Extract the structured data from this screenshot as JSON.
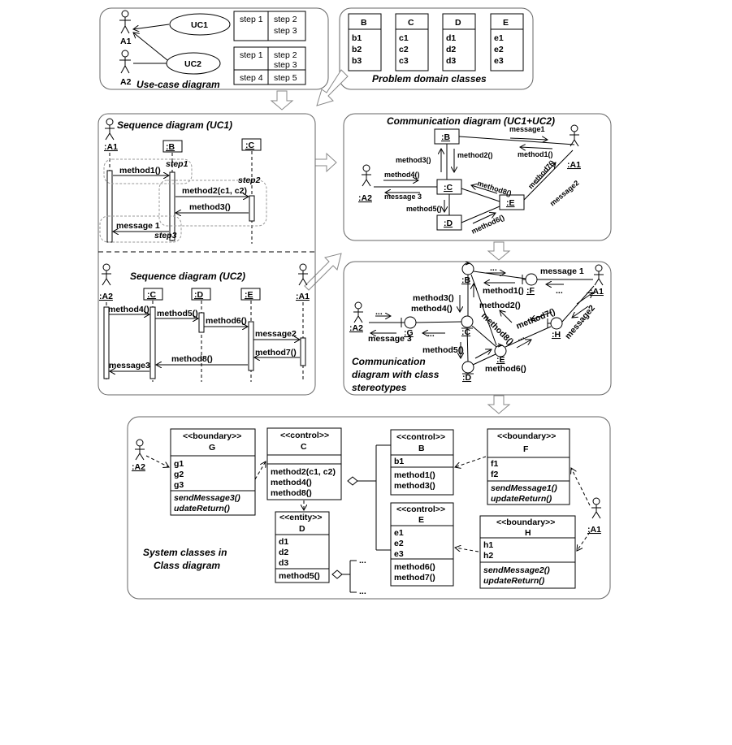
{
  "usecase_panel": {
    "caption": "Use-case diagram",
    "actors": [
      "A1",
      "A2"
    ],
    "usecases": [
      "UC1",
      "UC2"
    ],
    "uc1_steps": [
      "step 1",
      "step 2",
      "step 3"
    ],
    "uc2_steps": [
      "step 1",
      "step 2",
      "step 3",
      "step 4",
      "step 5"
    ]
  },
  "domain_panel": {
    "caption": "Problem domain classes",
    "classes": [
      {
        "name": "B",
        "attrs": [
          "b1",
          "b2",
          "b3"
        ]
      },
      {
        "name": "C",
        "attrs": [
          "c1",
          "c2",
          "c3"
        ]
      },
      {
        "name": "D",
        "attrs": [
          "d1",
          "d2",
          "d3"
        ]
      },
      {
        "name": "E",
        "attrs": [
          "e1",
          "e2",
          "e3"
        ]
      }
    ]
  },
  "seq_uc1": {
    "title": "Sequence diagram (UC1)",
    "lifelines": [
      ":A1",
      ":B",
      ":C"
    ],
    "messages": [
      "method1()",
      "method2(c1, c2)",
      "method3()",
      "message 1"
    ],
    "steps": [
      "step1",
      "step2",
      "step3"
    ]
  },
  "seq_uc2": {
    "title": "Sequence diagram (UC2)",
    "lifelines": [
      ":A2",
      ":C",
      ":D",
      ":E",
      ":A1"
    ],
    "messages": [
      "method4()",
      "method5()",
      "method6()",
      "message2",
      "method7()",
      "method8()",
      "message3"
    ]
  },
  "comm": {
    "title": "Communication diagram (UC1+UC2)",
    "objects": [
      ":B",
      ":C",
      ":D",
      ":E"
    ],
    "actors": [
      ":A1",
      ":A2"
    ],
    "messages": [
      "message1",
      "method1()",
      "method2()",
      "method3()",
      "method4()",
      "message 3",
      "method5()",
      "method6()",
      "method7()",
      "method8()",
      "message2"
    ]
  },
  "comm_stereo": {
    "caption_lines": [
      "Communication",
      "diagram with class",
      "stereotypes"
    ],
    "objects": [
      ":B",
      ":F",
      ":G",
      ":C",
      ":E",
      ":H",
      ":D"
    ],
    "actors": [
      ":A1",
      ":A2"
    ],
    "messages": [
      "message 1",
      "method1()",
      "method3()",
      "method4()",
      "method2()",
      "method8()",
      "method7()",
      "message2",
      "message 3",
      "method5()",
      "method6()"
    ],
    "ellipsis": "..."
  },
  "class_diagram": {
    "caption_lines": [
      "System classes in",
      "Class diagram"
    ],
    "actors": [
      ":A2",
      ":A1"
    ],
    "classes": [
      {
        "stereotype": "<<boundary>>",
        "name": "G",
        "attrs": [
          "g1",
          "g2",
          "g3"
        ],
        "ops": [
          "sendMessage3()",
          "udateReturn()"
        ]
      },
      {
        "stereotype": "<<control>>",
        "name": "C",
        "attrs": [],
        "ops": [
          "method2(c1, c2)",
          "method4()",
          "method8()"
        ]
      },
      {
        "stereotype": "<<entity>>",
        "name": "D",
        "attrs": [
          "d1",
          "d2",
          "d3"
        ],
        "ops": [
          "method5()"
        ]
      },
      {
        "stereotype": "<<control>>",
        "name": "B",
        "attrs": [
          "b1"
        ],
        "ops": [
          "method1()",
          "method3()"
        ]
      },
      {
        "stereotype": "<<control>>",
        "name": "E",
        "attrs": [
          "e1",
          "e2",
          "e3"
        ],
        "ops": [
          "method6()",
          "method7()"
        ]
      },
      {
        "stereotype": "<<boundary>>",
        "name": "F",
        "attrs": [
          "f1",
          "f2"
        ],
        "ops": [
          "sendMessage1()",
          "updateReturn()"
        ]
      },
      {
        "stereotype": "<<boundary>>",
        "name": "H",
        "attrs": [
          "h1",
          "h2"
        ],
        "ops": [
          "sendMessage2()",
          "updateReturn()"
        ]
      }
    ],
    "ellipsis": "..."
  }
}
